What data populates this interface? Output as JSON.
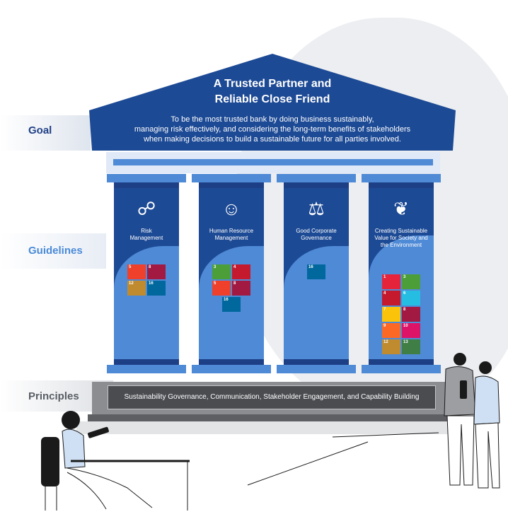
{
  "labels": {
    "goal": "Goal",
    "guidelines": "Guidelines",
    "principles": "Principles"
  },
  "roof": {
    "title_line1": "A Trusted Partner and",
    "title_line2": "Reliable Close Friend",
    "desc_line1": "To be the most trusted bank by doing business sustainably,",
    "desc_line2": "managing risk effectively, and considering the long-term benefits of stakeholders",
    "desc_line3": "when making decisions to build a sustainable future for all parties involved."
  },
  "columns": [
    {
      "icon": "hand-network-icon",
      "label_line1": "Risk",
      "label_line2": "Management",
      "label_line3": "",
      "sdgs": [
        {
          "num": "5",
          "color": "#ef402b"
        },
        {
          "num": "8",
          "color": "#a21942"
        },
        {
          "num": "12",
          "color": "#bf8b2e"
        },
        {
          "num": "16",
          "color": "#00689d"
        }
      ]
    },
    {
      "icon": "people-group-icon",
      "label_line1": "Human Resource",
      "label_line2": "Management",
      "label_line3": "",
      "sdgs": [
        {
          "num": "3",
          "color": "#4c9f38"
        },
        {
          "num": "4",
          "color": "#c5192d"
        },
        {
          "num": "5",
          "color": "#ef402b"
        },
        {
          "num": "8",
          "color": "#a21942"
        },
        {
          "num": "16",
          "color": "#00689d"
        }
      ]
    },
    {
      "icon": "scales-icon",
      "label_line1": "Good Corporate",
      "label_line2": "Governance",
      "label_line3": "",
      "sdgs": [
        {
          "num": "16",
          "color": "#00689d"
        }
      ]
    },
    {
      "icon": "hand-plant-icon",
      "label_line1": "Creating Sustainable",
      "label_line2": "Value for Society and",
      "label_line3": "the Environment",
      "sdgs": [
        {
          "num": "1",
          "color": "#e5243b"
        },
        {
          "num": "3",
          "color": "#4c9f38"
        },
        {
          "num": "4",
          "color": "#c5192d"
        },
        {
          "num": "6",
          "color": "#26bde2"
        },
        {
          "num": "7",
          "color": "#fcc30b"
        },
        {
          "num": "8",
          "color": "#a21942"
        },
        {
          "num": "9",
          "color": "#fd6925"
        },
        {
          "num": "10",
          "color": "#dd1367"
        },
        {
          "num": "12",
          "color": "#bf8b2e"
        },
        {
          "num": "13",
          "color": "#3f7e44"
        }
      ]
    }
  ],
  "principles_text": "Sustainability Governance, Communication, Stakeholder Engagement, and Capability Building"
}
